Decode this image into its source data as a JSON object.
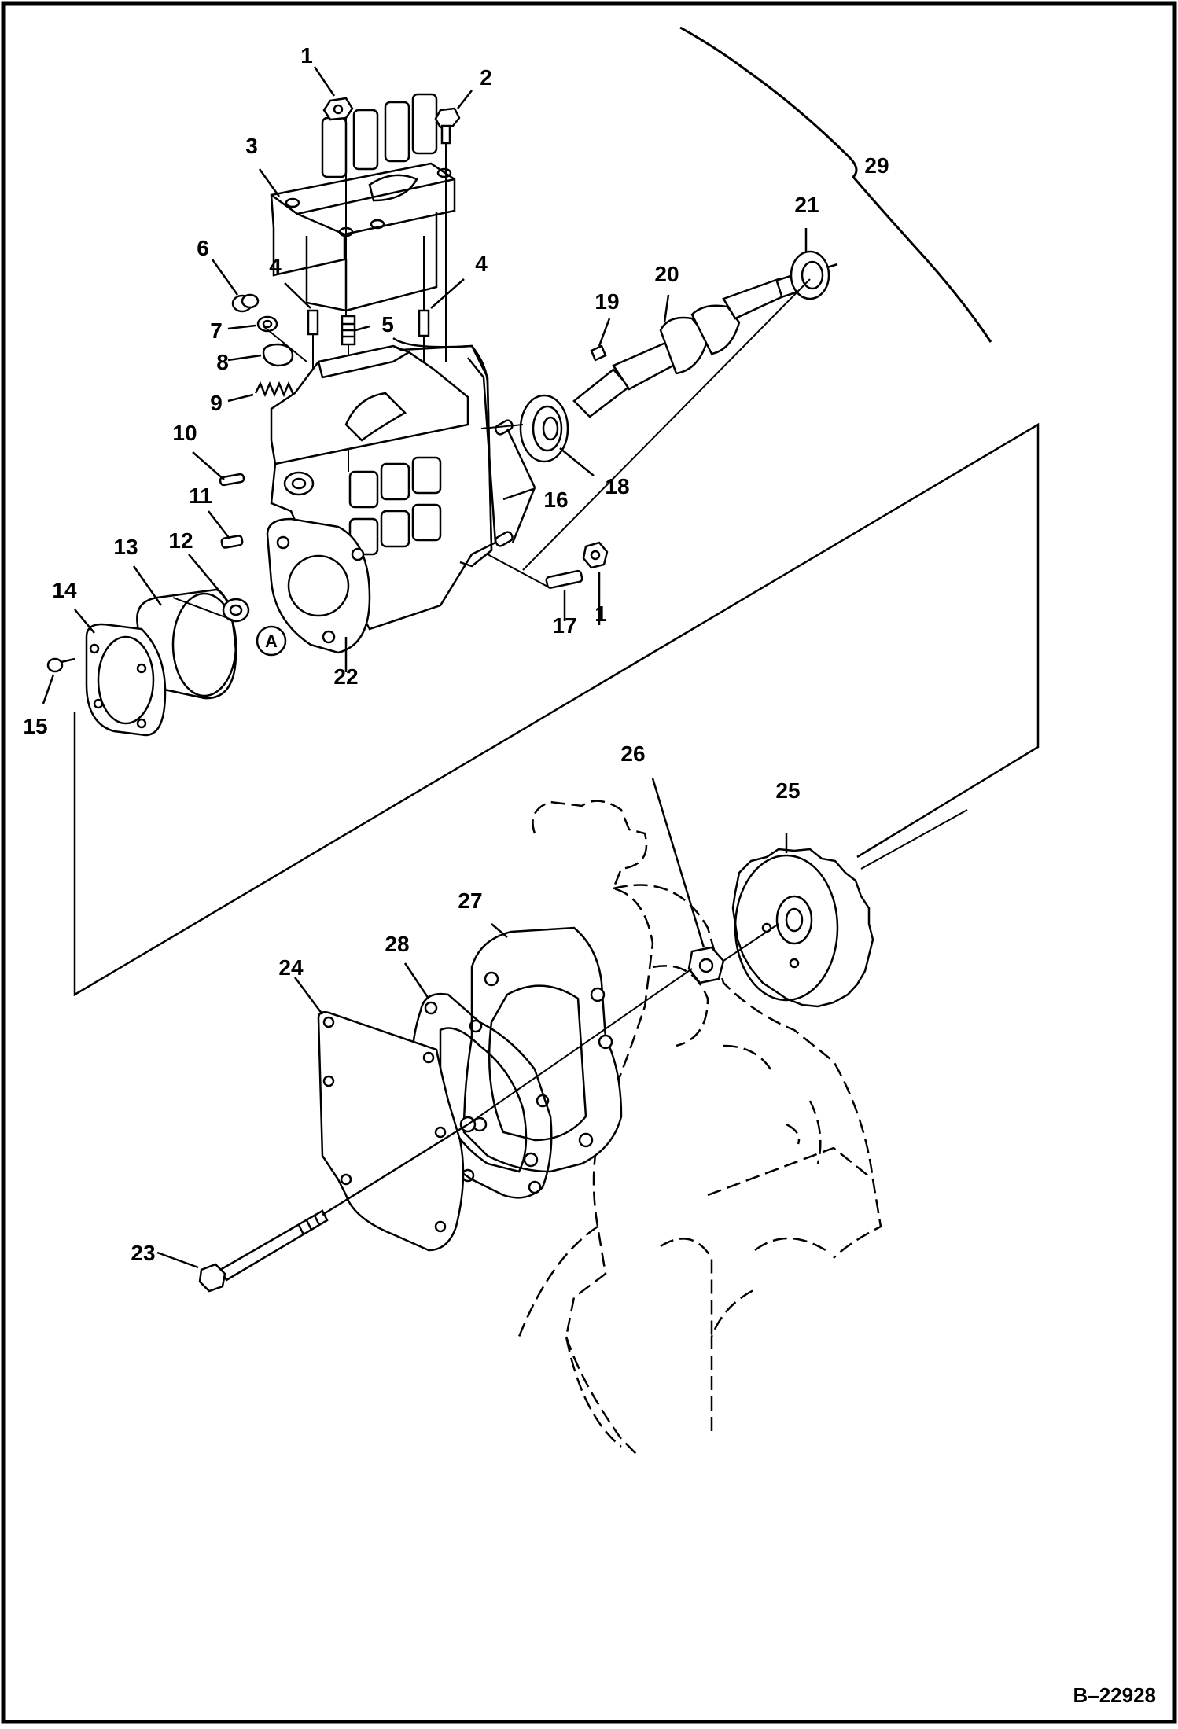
{
  "diagram": {
    "drawing_number": "B–22928",
    "view_marker": "A",
    "callouts": [
      {
        "id": "c1a",
        "label": "1"
      },
      {
        "id": "c2",
        "label": "2"
      },
      {
        "id": "c3",
        "label": "3"
      },
      {
        "id": "c4a",
        "label": "4"
      },
      {
        "id": "c4b",
        "label": "4"
      },
      {
        "id": "c5",
        "label": "5"
      },
      {
        "id": "c6",
        "label": "6"
      },
      {
        "id": "c7",
        "label": "7"
      },
      {
        "id": "c8",
        "label": "8"
      },
      {
        "id": "c9",
        "label": "9"
      },
      {
        "id": "c10",
        "label": "10"
      },
      {
        "id": "c11",
        "label": "11"
      },
      {
        "id": "c12",
        "label": "12"
      },
      {
        "id": "c13",
        "label": "13"
      },
      {
        "id": "c14",
        "label": "14"
      },
      {
        "id": "c15",
        "label": "15"
      },
      {
        "id": "c16",
        "label": "16"
      },
      {
        "id": "c17",
        "label": "17"
      },
      {
        "id": "c1b",
        "label": "1"
      },
      {
        "id": "c18",
        "label": "18"
      },
      {
        "id": "c19",
        "label": "19"
      },
      {
        "id": "c20",
        "label": "20"
      },
      {
        "id": "c21",
        "label": "21"
      },
      {
        "id": "c22",
        "label": "22"
      },
      {
        "id": "c23",
        "label": "23"
      },
      {
        "id": "c24",
        "label": "24"
      },
      {
        "id": "c25",
        "label": "25"
      },
      {
        "id": "c26",
        "label": "26"
      },
      {
        "id": "c27",
        "label": "27"
      },
      {
        "id": "c28",
        "label": "28"
      },
      {
        "id": "c29",
        "label": "29"
      }
    ]
  }
}
